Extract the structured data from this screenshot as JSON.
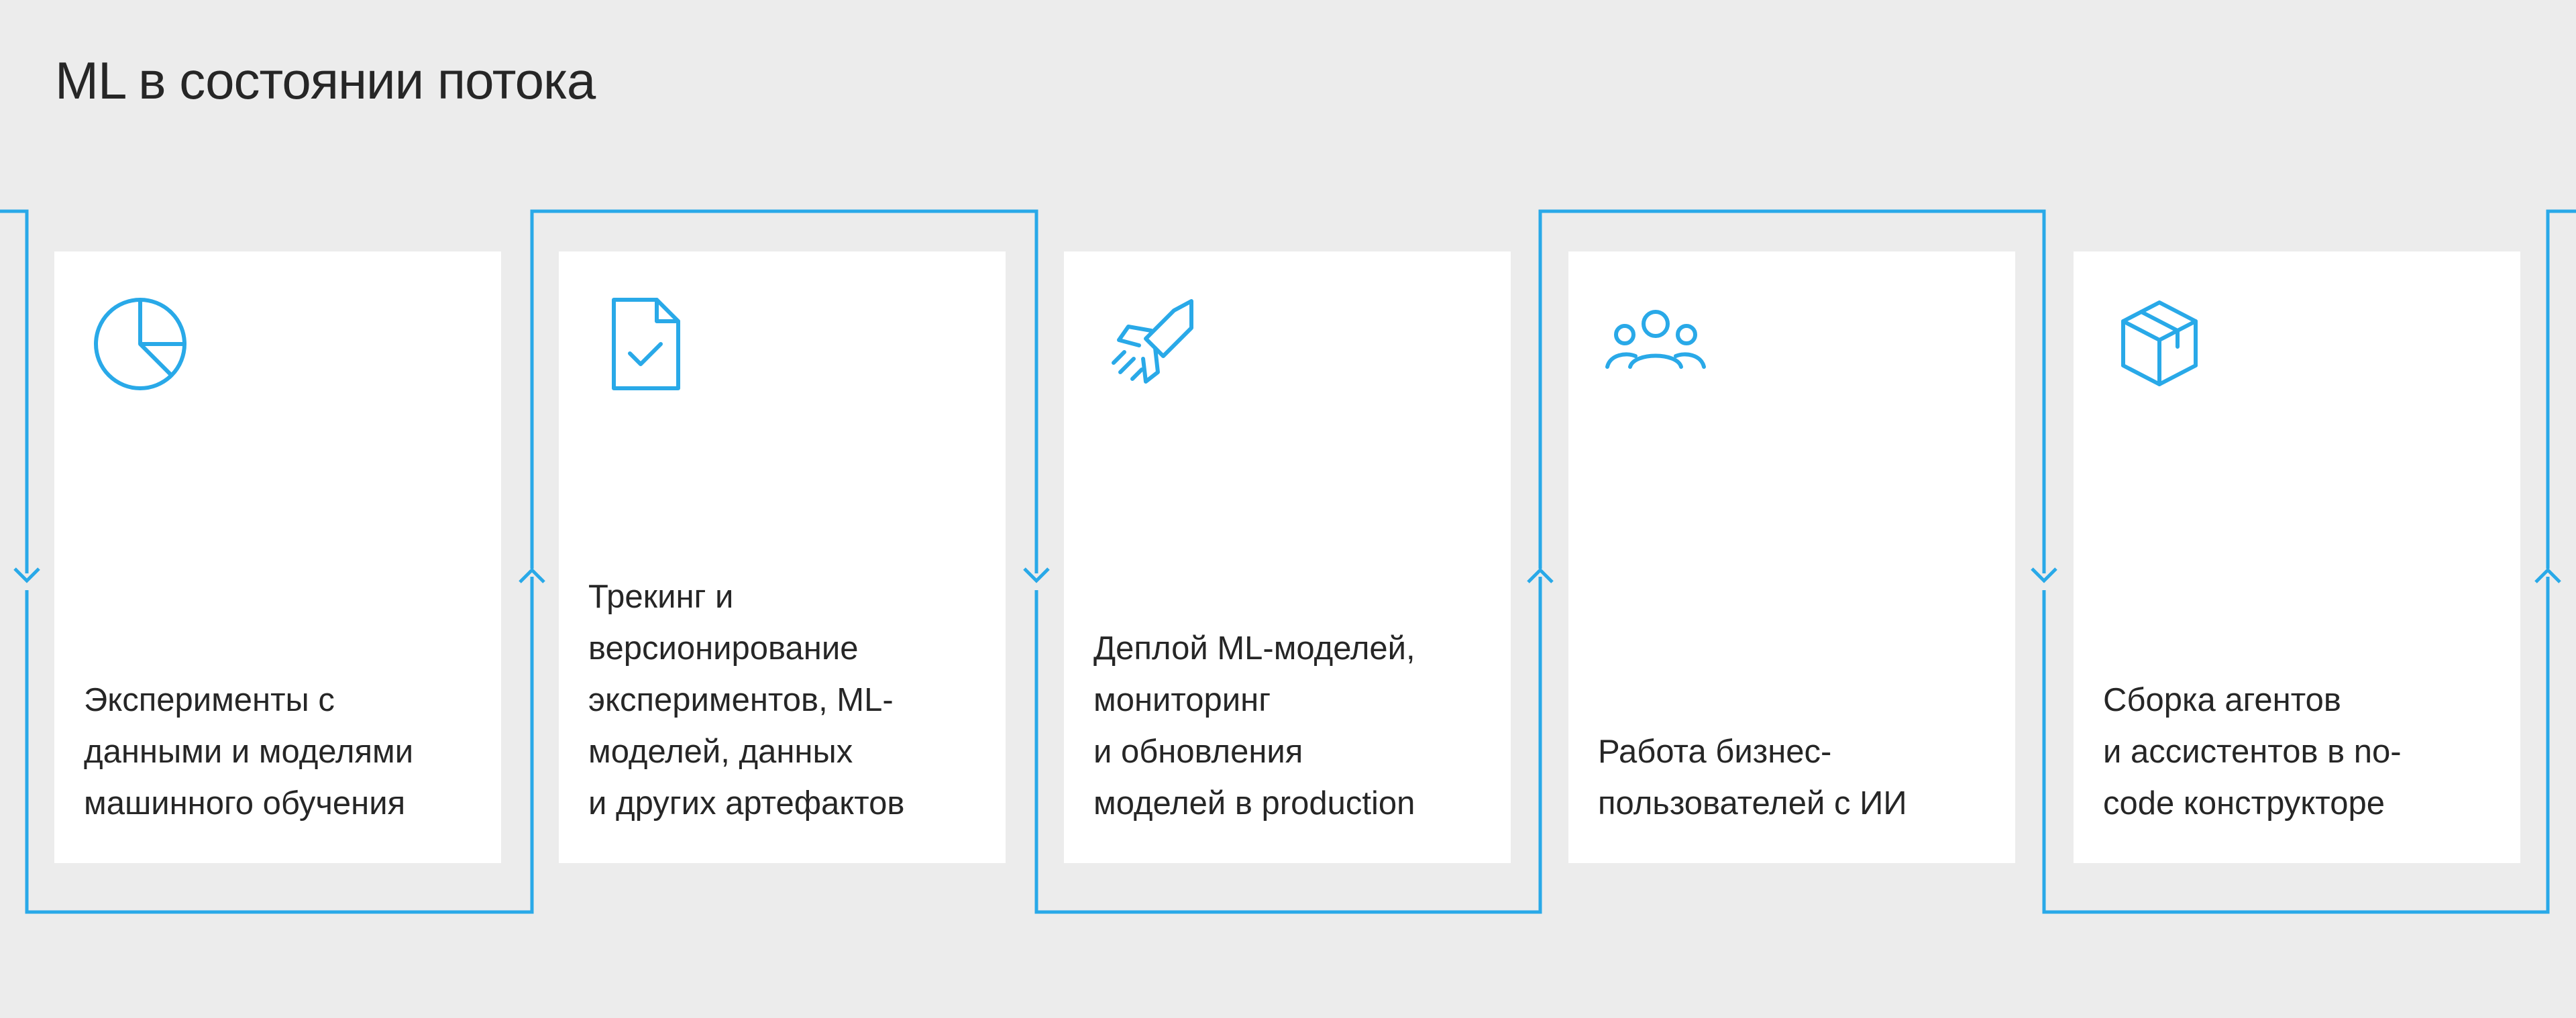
{
  "page": {
    "title": "ML в состоянии потока"
  },
  "colors": {
    "background": "#ECECEC",
    "card": "#FFFFFF",
    "accent": "#29A9E8",
    "text": "#262626"
  },
  "steps": [
    {
      "icon": "pie-chart-icon",
      "text": "Эксперименты с\nданными и моделями\nмашинного обучения"
    },
    {
      "icon": "document-check-icon",
      "text": "Трекинг и\nверсионирование\nэкспериментов, ML-\nмоделей, данных\nи других артефактов"
    },
    {
      "icon": "rocket-icon",
      "text": "Деплой ML-моделей,\nмониторинг\nи обновления\nмоделей в production"
    },
    {
      "icon": "user-group-icon",
      "text": "Работа бизнес-\nпользователей с ИИ"
    },
    {
      "icon": "cube-box-icon",
      "text": "Сборка агентов\nи ассистентов в no-\ncode конструкторе"
    }
  ]
}
